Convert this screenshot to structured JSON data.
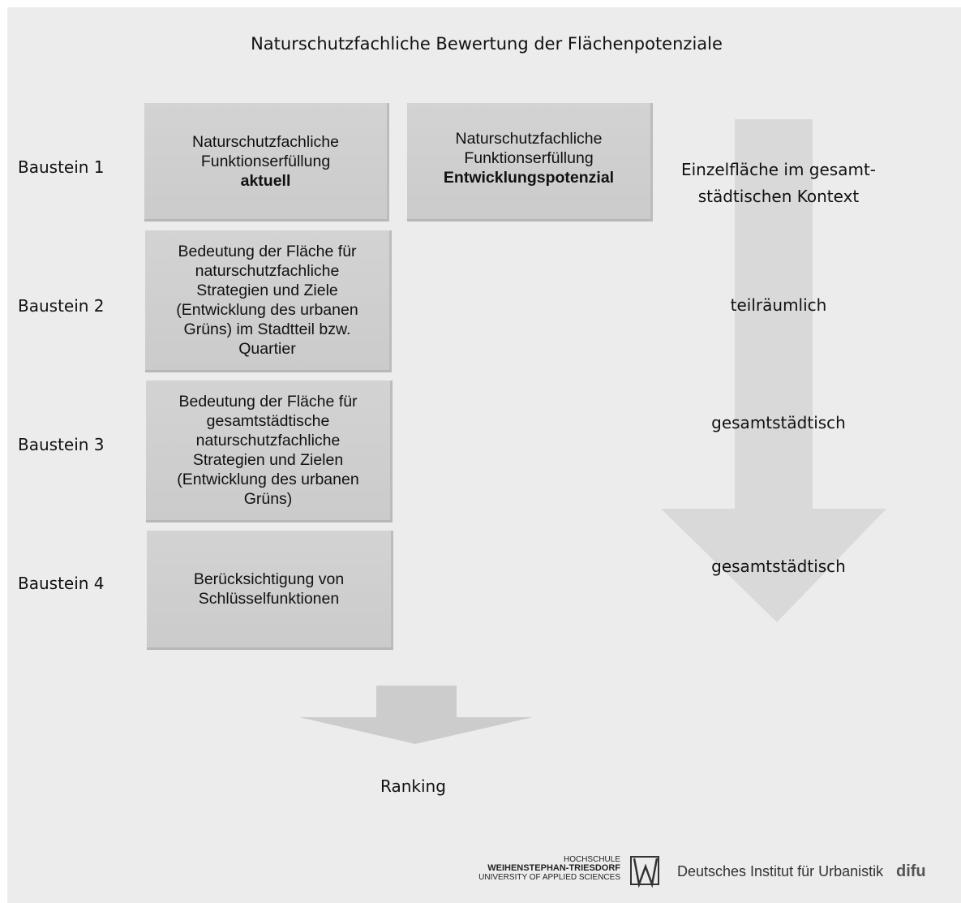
{
  "title": "Naturschutzfachliche Bewertung der Flächenpotenziale",
  "bausteine": [
    {
      "label": "Baustein 1"
    },
    {
      "label": "Baustein 2"
    },
    {
      "label": "Baustein 3"
    },
    {
      "label": "Baustein 4"
    }
  ],
  "boxes": {
    "b1a": {
      "line1": "Naturschutzfachliche",
      "line2": "Funktionserfüllung",
      "bold": "aktuell"
    },
    "b1b": {
      "line1": "Naturschutzfachliche",
      "line2": "Funktionserfüllung",
      "bold": "Entwicklungspotenzial"
    },
    "b2": {
      "lines": [
        "Bedeutung der Fläche für",
        "naturschutzfachliche",
        "Strategien und Ziele",
        "(Entwicklung des urbanen",
        "Grüns) im Stadtteil bzw.",
        "Quartier"
      ]
    },
    "b3": {
      "lines": [
        "Bedeutung der Fläche für",
        "gesamtstädtische",
        "naturschutzfachliche",
        "Strategien und Zielen",
        "(Entwicklung des urbanen",
        "Grüns)"
      ]
    },
    "b4": {
      "lines": [
        "Berücksichtigung von",
        "Schlüsselfunktionen"
      ]
    }
  },
  "scale_labels": {
    "level1_line1": "Einzelfläche im gesamt-",
    "level1_line2": "städtischen Kontext",
    "level2": "teilräumlich",
    "level3": "gesamtstädtisch",
    "level4": "gesamtstädtisch"
  },
  "result": "Ranking",
  "logos": {
    "hs_line1": "HOCHSCHULE",
    "hs_line2": "WEIHENSTEPHAN-TRIESDORF",
    "hs_line3": "UNIVERSITY OF APPLIED SCIENCES",
    "difu_text": "Deutsches Institut für Urbanistik",
    "difu_mark": "difu"
  },
  "colors": {
    "background": "#ececec",
    "box": "#cfcfcf",
    "arrow": "#d9d9d9",
    "text": "#111111"
  }
}
